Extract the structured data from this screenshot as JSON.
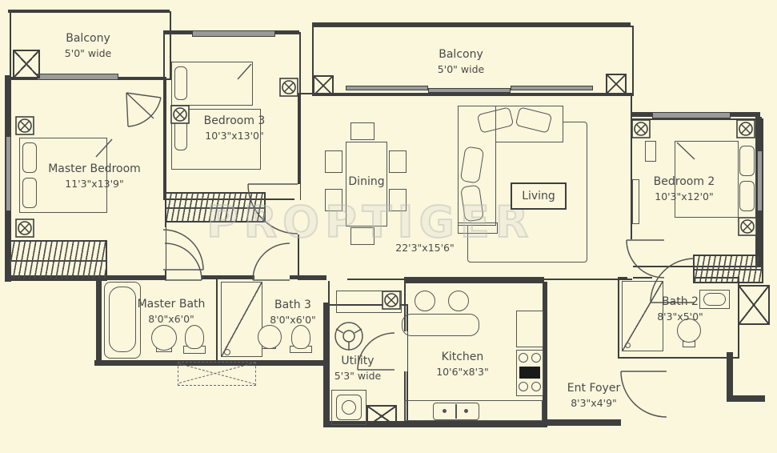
{
  "watermark": "PROPTIGER",
  "rooms": {
    "balcony_left": {
      "name": "Balcony",
      "dim": "5'0\" wide"
    },
    "balcony_top": {
      "name": "Balcony",
      "dim": "5'0\" wide"
    },
    "master_bedroom": {
      "name": "Master Bedroom",
      "dim": "11'3\"x13'9\""
    },
    "bedroom3": {
      "name": "Bedroom 3",
      "dim": "10'3\"x13'0\""
    },
    "bedroom2": {
      "name": "Bedroom 2",
      "dim": "10'3\"x12'0\""
    },
    "dining": {
      "name": "Dining"
    },
    "living": {
      "name": "Living"
    },
    "living_dining": {
      "dim": "22'3\"x15'6\""
    },
    "master_bath": {
      "name": "Master Bath",
      "dim": "8'0\"x6'0\""
    },
    "bath3": {
      "name": "Bath 3",
      "dim": "8'0\"x6'0\""
    },
    "bath2": {
      "name": "Bath 2",
      "dim": "8'3\"x5'0\""
    },
    "utility": {
      "name": "Utility",
      "dim": "5'3\" wide"
    },
    "kitchen": {
      "name": "Kitchen",
      "dim": "10'6\"x8'3\""
    },
    "ent_foyer": {
      "name": "Ent Foyer",
      "dim": "8'3\"x4'9\""
    }
  },
  "colors": {
    "background": "#FAF7DC",
    "wall": "#3F3F3F",
    "window": "#9A9A9A",
    "text": "#4A4A4A",
    "watermark": "#C8C8C8"
  }
}
